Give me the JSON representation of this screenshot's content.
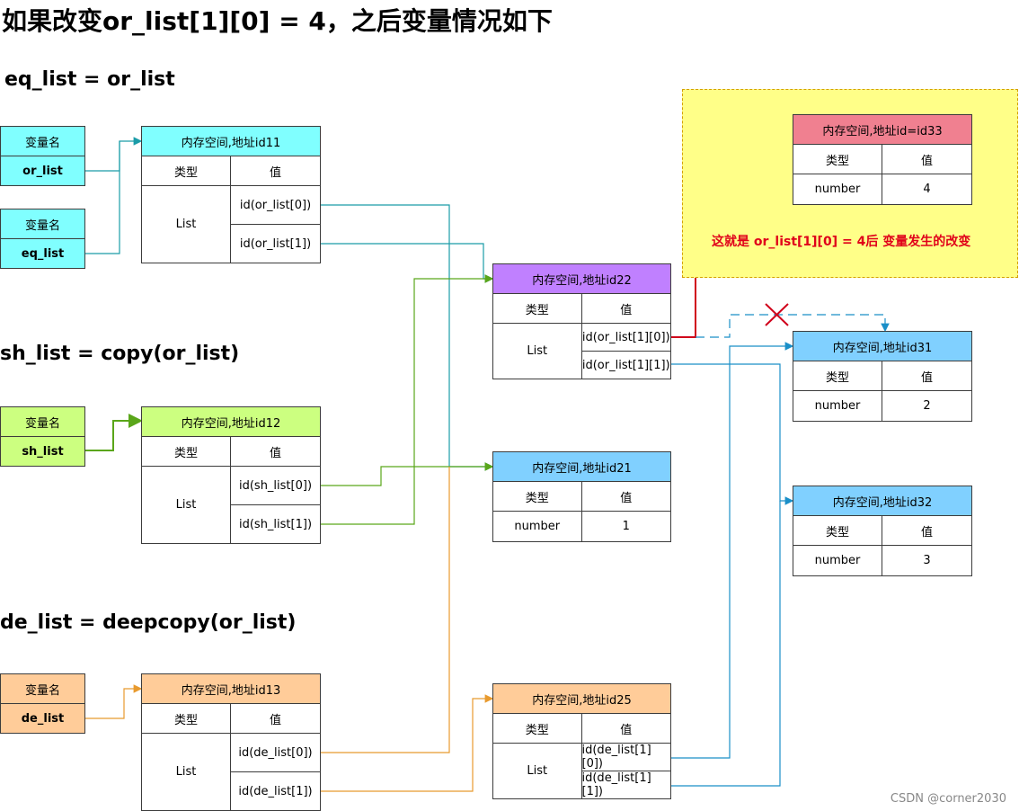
{
  "headings": {
    "main": "如果改变or_list[1][0] = 4，之后变量情况如下",
    "eq": "eq_list = or_list",
    "sh": "sh_list = copy(or_list)",
    "de": "de_list = deepcopy(or_list)"
  },
  "labels": {
    "var_header": "变量名",
    "type": "类型",
    "value": "值",
    "list": "List",
    "number": "number"
  },
  "variables": {
    "or_list": "or_list",
    "eq_list": "eq_list",
    "sh_list": "sh_list",
    "de_list": "de_list"
  },
  "memory": {
    "id11": {
      "header": "内存空间,地址id11",
      "items": [
        "id(or_list[0])",
        "id(or_list[1])"
      ]
    },
    "id12": {
      "header": "内存空间,地址id12",
      "items": [
        "id(sh_list[0])",
        "id(sh_list[1])"
      ]
    },
    "id13": {
      "header": "内存空间,地址id13",
      "items": [
        "id(de_list[0])",
        "id(de_list[1])"
      ]
    },
    "id22": {
      "header": "内存空间,地址id22",
      "items": [
        "id(or_list[1][0])",
        "id(or_list[1][1])"
      ]
    },
    "id21": {
      "header": "内存空间,地址id21",
      "value": "1"
    },
    "id25": {
      "header": "内存空间,地址id25",
      "items": [
        "id(de_list[1][0])",
        "id(de_list[1][1])"
      ]
    },
    "id33": {
      "header": "内存空间,地址id=id33",
      "value": "4"
    },
    "id31": {
      "header": "内存空间,地址id31",
      "value": "2"
    },
    "id32": {
      "header": "内存空间,地址id32",
      "value": "3"
    }
  },
  "note": "这就是 or_list[1][0] = 4后 变量发生的改变",
  "watermark": "CSDN @corner2030",
  "colors": {
    "teal": "#1a9ca8",
    "green": "#5aa61a",
    "orange": "#e89a2e",
    "blue": "#1a8fc8",
    "red": "#d0001a"
  }
}
